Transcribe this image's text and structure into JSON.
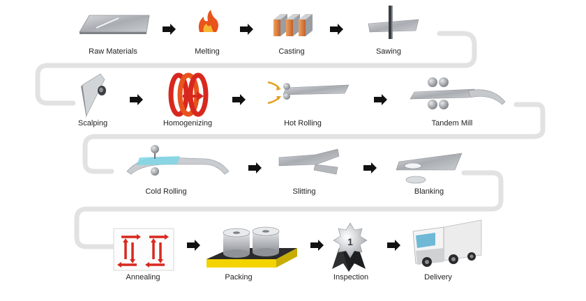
{
  "steps": [
    {
      "label": "Raw Materials",
      "icon": "sheet-icon"
    },
    {
      "label": "Melting",
      "icon": "flame-icon"
    },
    {
      "label": "Casting",
      "icon": "ingots-icon"
    },
    {
      "label": "Sawing",
      "icon": "saw-blade-icon"
    },
    {
      "label": "Scalping",
      "icon": "slab-icon"
    },
    {
      "label": "Homogenizing",
      "icon": "heat-coil-icon"
    },
    {
      "label": "Hot Rolling",
      "icon": "hot-roll-icon"
    },
    {
      "label": "Tandem Mill",
      "icon": "tandem-rolls-icon"
    },
    {
      "label": "Cold Rolling",
      "icon": "cold-roll-icon"
    },
    {
      "label": "Slitting",
      "icon": "slit-sheet-icon"
    },
    {
      "label": "Blanking",
      "icon": "blank-disc-icon"
    },
    {
      "label": "Annealing",
      "icon": "annealing-arrows-icon"
    },
    {
      "label": "Packing",
      "icon": "coils-pallet-icon"
    },
    {
      "label": "Inspection",
      "icon": "award-badge-icon"
    },
    {
      "label": "Delivery",
      "icon": "truck-icon"
    }
  ],
  "badge_number": "1",
  "colors": {
    "connector": "#e2e2e2",
    "arrow": "#111111",
    "metal": "#b4b7bb",
    "flame": "#e8541c",
    "copper": "#d67a3a",
    "heat_red": "#d8281e",
    "cyan": "#7fd6e6",
    "pallet": "#f3d300"
  }
}
